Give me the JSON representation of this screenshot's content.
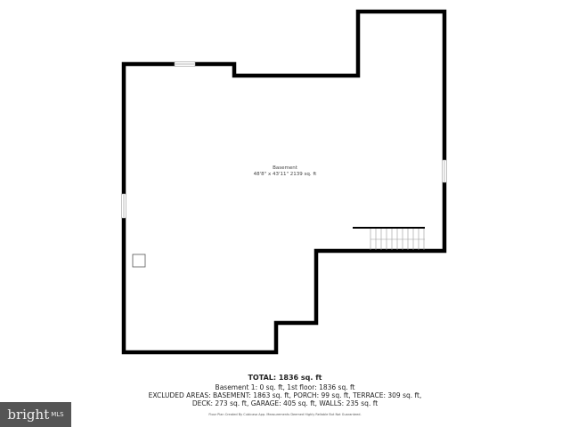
{
  "room": {
    "name": "Basement",
    "dimensions": "48'8\" x 43'11\" 2139 sq. ft"
  },
  "summary": {
    "total": "TOTAL: 1836 sq. ft",
    "floors": "Basement 1: 0 sq. ft, 1st floor: 1836 sq. ft",
    "excluded_1": "EXCLUDED AREAS: BASEMENT: 1863 sq. ft, PORCH: 99 sq. ft, TERRACE: 309 sq. ft,",
    "excluded_2": "DECK: 273 sq. ft, GARAGE: 405 sq. ft, WALLS: 235 sq. ft",
    "disclaimer": "Floor Plan Created By Cubicasa App. Measurements Deemed Highly Reliable But Not Guaranteed."
  },
  "logo": {
    "word": "bright",
    "suffix": "MLS"
  },
  "colors": {
    "wall": "#000000",
    "logo_bg": "#555555"
  }
}
